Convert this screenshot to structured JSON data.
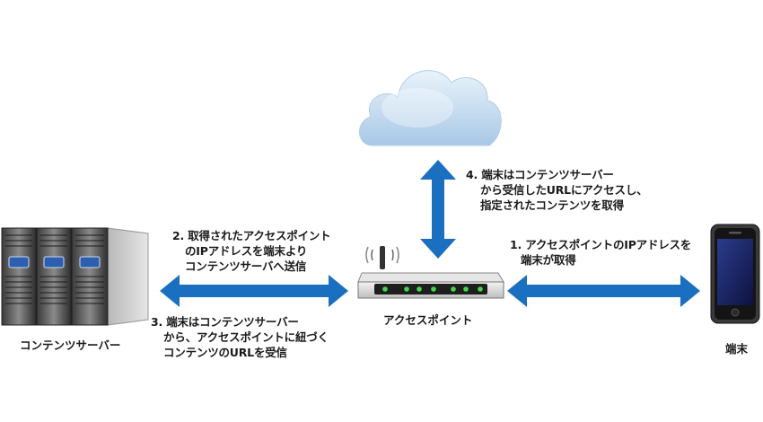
{
  "labels": {
    "server": "コンテンツサーバー",
    "access_point": "アクセスポイント",
    "terminal": "端末"
  },
  "steps": {
    "step1": [
      "1. アクセスポイントのIPアドレスを",
      "端末が取得"
    ],
    "step2": [
      "2. 取得されたアクセスポイント",
      "のIPアドレスを端末より",
      "コンテンツサーバへ送信"
    ],
    "step3": [
      "3. 端末はコンテンツサーバー",
      "から、アクセスポイントに紐づく",
      "コンテンツのURLを受信"
    ],
    "step4": [
      "4. 端末はコンテンツサーバー",
      "から受信したURLにアクセスし、",
      "指定されたコンテンツを取得"
    ]
  },
  "colors": {
    "arrow": "#1a6fc0",
    "cloud": "#c9dff2",
    "router_led": "#3fd94a"
  }
}
